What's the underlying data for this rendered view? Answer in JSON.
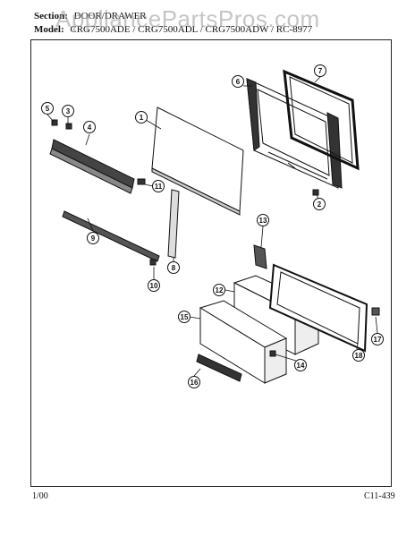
{
  "header": {
    "section_label": "Section:",
    "section_value": "DOOR/DRAWER",
    "model_label": "Model:",
    "model_value": "CRG7500ADE / CRG7500ADL / CRG7500ADW / RC-8977"
  },
  "watermark": "AppliancePartsPros.com",
  "callouts": [
    "1",
    "2",
    "3",
    "4",
    "5",
    "6",
    "7",
    "8",
    "9",
    "10",
    "11",
    "12",
    "13",
    "14",
    "15",
    "16",
    "17",
    "18"
  ],
  "footer": {
    "date": "1/00",
    "code": "C11-439"
  }
}
